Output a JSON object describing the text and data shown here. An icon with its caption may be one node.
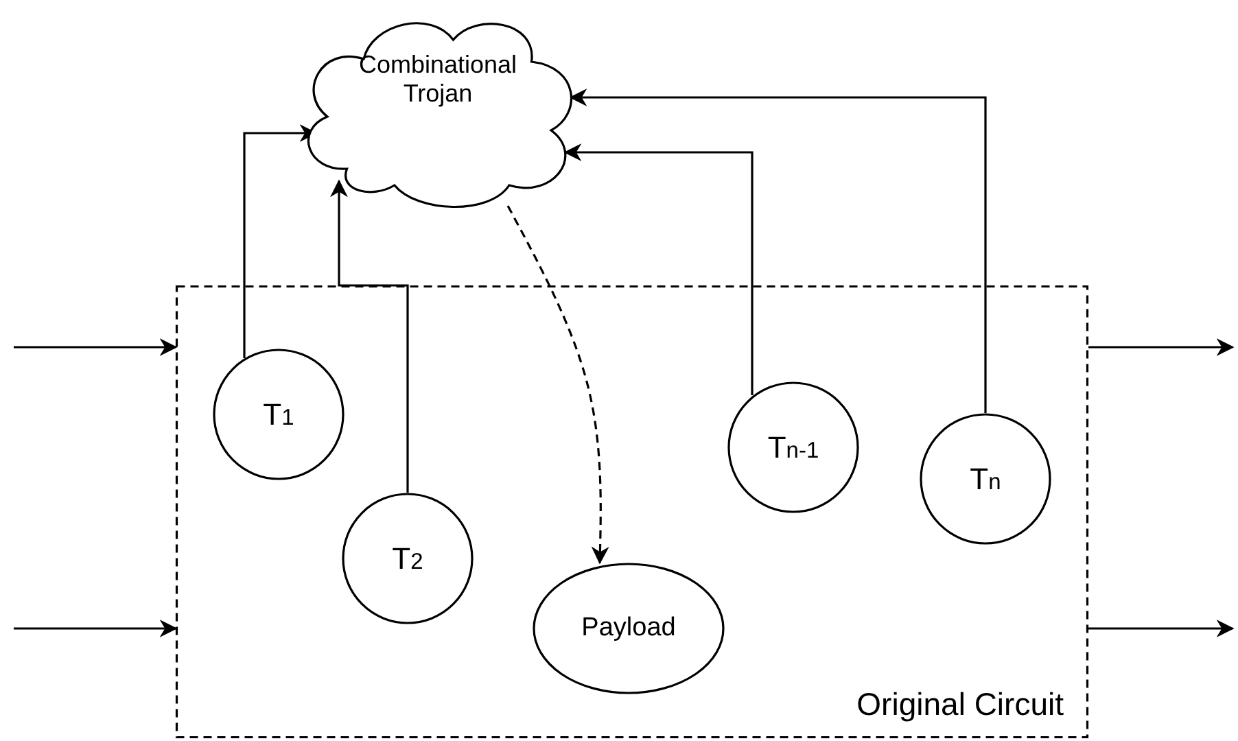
{
  "diagram": {
    "nodes": [
      {
        "text": [
          "Original Circuit"
        ]
      },
      {
        "text": [
          "Combinational Trojan"
        ]
      },
      {
        "text": [
          "T$_{1}$"
        ],
        "in": 0
      },
      {
        "text": [
          "T$_{2}$"
        ],
        "in": 0
      },
      {
        "text": [
          "Payload"
        ],
        "in": 0
      },
      {
        "text": [
          "T$_{n-1}$"
        ],
        "in": 0
      },
      {
        "text": [
          "T$_{n}$"
        ],
        "in": 0
      }
    ],
    "edges": [
      {
        "from": 2,
        "to": 1,
        "arrow": "to"
      },
      {
        "from": 3,
        "to": 1,
        "arrow": "to"
      },
      {
        "from": 5,
        "to": 1,
        "arrow": "to"
      },
      {
        "from": 6,
        "to": 1,
        "arrow": "to"
      },
      {
        "from": 1,
        "to": 4,
        "arrow": "to",
        "style": "dashed"
      },
      {
        "from": null,
        "to": 0,
        "arrow": "to"
      },
      {
        "from": null,
        "to": 0,
        "arrow": "to"
      },
      {
        "from": 0,
        "to": null,
        "arrow": "to"
      },
      {
        "from": 0,
        "to": null,
        "arrow": "to"
      }
    ]
  }
}
